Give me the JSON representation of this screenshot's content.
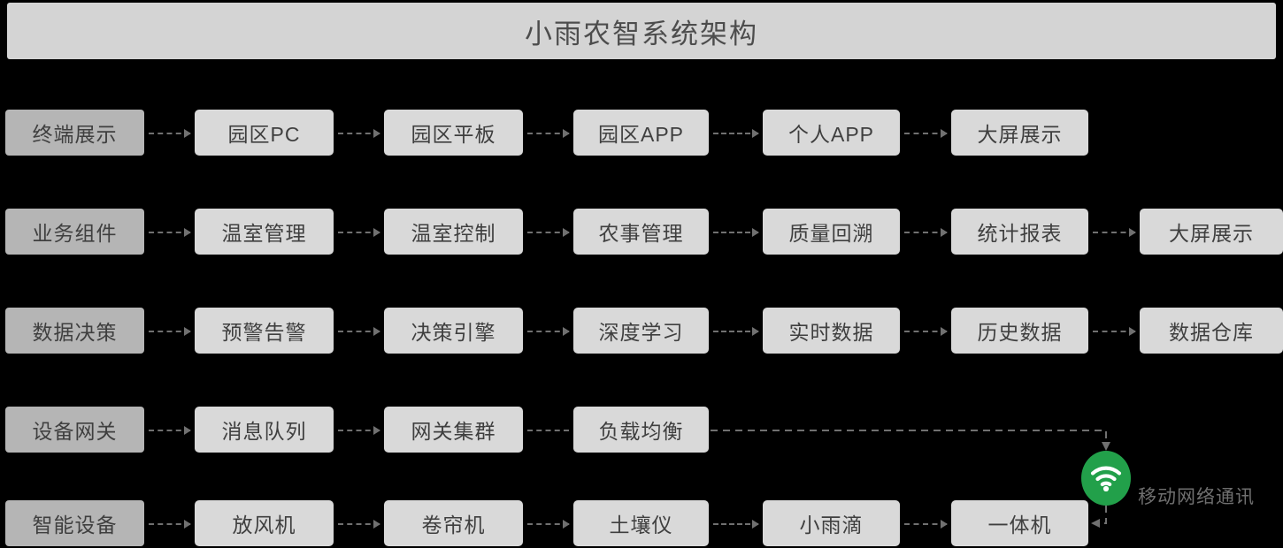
{
  "header": {
    "title": "小雨农智系统架构",
    "background_color": "#d4d4d4",
    "text_color": "#4d4d4d"
  },
  "theme": {
    "page_background": "#000000",
    "node_background": "#d9d9d9",
    "lane_label_background": "#b5b5b5",
    "node_text_color": "#3f3f3f",
    "connector_color": "#707070",
    "accent_green": "#22a04a"
  },
  "rows": [
    {
      "id": "terminal-display",
      "lane_label": "终端展示",
      "nodes": [
        "园区PC",
        "园区平板",
        "园区APP",
        "个人APP",
        "大屏展示"
      ]
    },
    {
      "id": "business-component",
      "lane_label": "业务组件",
      "nodes": [
        "温室管理",
        "温室控制",
        "农事管理",
        "质量回溯",
        "统计报表",
        "大屏展示"
      ]
    },
    {
      "id": "data-decision",
      "lane_label": "数据决策",
      "nodes": [
        "预警告警",
        "决策引擎",
        "深度学习",
        "实时数据",
        "历史数据",
        "数据仓库"
      ]
    },
    {
      "id": "device-gateway",
      "lane_label": "设备网关",
      "nodes": [
        "消息队列",
        "网关集群",
        "负载均衡"
      ]
    },
    {
      "id": "smart-device",
      "lane_label": "智能设备",
      "nodes": [
        "放风机",
        "卷帘机",
        "土壤仪",
        "小雨滴",
        "一体机"
      ]
    }
  ],
  "annotation": {
    "wifi_icon": "wifi-icon",
    "wifi_label": "移动网络通讯"
  }
}
